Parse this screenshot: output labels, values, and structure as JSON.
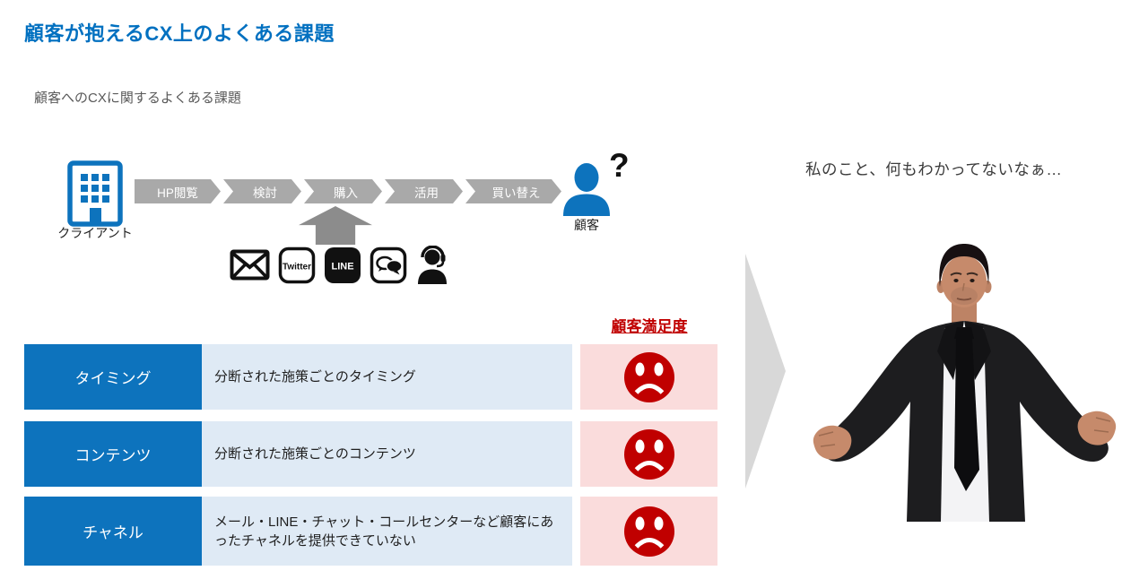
{
  "title": "顧客が抱えるCX上のよくある課題",
  "subtitle": "顧客へのCXに関するよくある課題",
  "journey": {
    "client_label": "クライアント",
    "stages": [
      "HP閲覧",
      "検討",
      "購入",
      "活用",
      "買い替え"
    ],
    "customer_label": "顧客",
    "question_mark": "?",
    "channel_icons": [
      {
        "name": "email-icon"
      },
      {
        "name": "twitter-icon",
        "label": "Twitter"
      },
      {
        "name": "line-icon",
        "label": "LINE"
      },
      {
        "name": "chat-icon"
      },
      {
        "name": "call-center-icon"
      }
    ]
  },
  "quote": "私のこと、何もわかってないなぁ…",
  "satisfaction_header": "顧客満足度",
  "issues": [
    {
      "label": "タイミング",
      "description": "分断された施策ごとのタイミング",
      "satisfaction": "sad"
    },
    {
      "label": "コンテンツ",
      "description": "分断された施策ごとのコンテンツ",
      "satisfaction": "sad"
    },
    {
      "label": "チャネル",
      "description": "メール・LINE・チャット・コールセンターなど顧客にあったチャネルを提供できていない",
      "satisfaction": "sad"
    }
  ],
  "colors": {
    "title_blue": "#0070c0",
    "box_blue": "#0d73bd",
    "light_blue": "#dfeaf5",
    "pink": "#fadcdc",
    "red": "#c00000",
    "flow_gray": "#a9a9a9",
    "arrow_gray": "#8c8c8c",
    "big_arrow_gray": "#d8d8d8"
  }
}
